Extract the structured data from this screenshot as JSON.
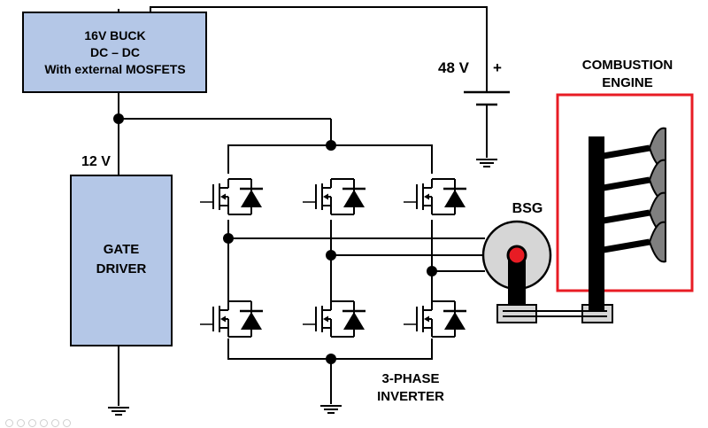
{
  "buck": {
    "line1": "16V BUCK",
    "line2": "DC – DC",
    "line3": "With external MOSFETS"
  },
  "battery": {
    "voltage": "48 V",
    "plus": "+"
  },
  "rail_label": "12 V",
  "gate_driver": {
    "line1": "GATE",
    "line2": "DRIVER"
  },
  "inverter": {
    "line1": "3-PHASE",
    "line2": "INVERTER"
  },
  "bsg_label": "BSG",
  "engine": {
    "line1": "COMBUSTION",
    "line2": "ENGINE"
  },
  "colors": {
    "block_fill": "#b4c7e7",
    "engine_frame": "#e81c24",
    "rotor_dot": "#e81c24",
    "machine_fill": "#d6d6d6"
  },
  "icons": [
    "n-mosfet-icon",
    "diode-icon",
    "battery-icon",
    "ground-icon",
    "motor-icon",
    "valve-icon"
  ]
}
